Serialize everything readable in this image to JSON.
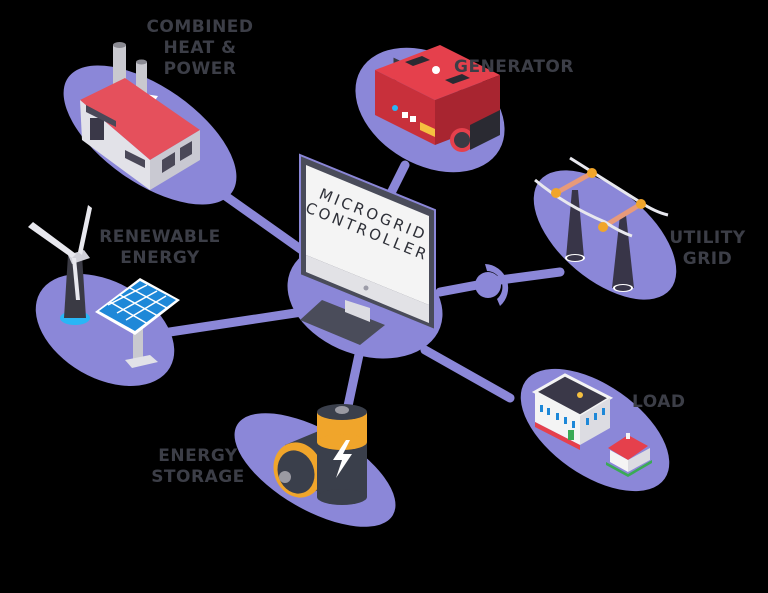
{
  "diagram": {
    "title": "Microgrid Controller",
    "colors": {
      "background": "#000000",
      "blob": "#8b87d8",
      "label_text": "#3c3e47",
      "monitor_frame": "#4a4c5a",
      "monitor_screen": "#f4f4f4",
      "factory_roof": "#e5505c",
      "generator_body": "#d63a45",
      "battery_gold": "#f0a52b",
      "battery_dark": "#3a3f4b",
      "solar_blue": "#1e88d8",
      "pylon_dark": "#383548",
      "crossarm": "#e89a7a"
    },
    "center": {
      "screen_line1": "MICROGRID",
      "screen_line2": "CONTROLLER"
    },
    "nodes": [
      {
        "id": "chp",
        "label_lines": [
          "COMBINED",
          "HEAT &",
          "POWER"
        ],
        "icon": "factory-icon"
      },
      {
        "id": "generator",
        "label_lines": [
          "GENERATOR"
        ],
        "icon": "generator-icon"
      },
      {
        "id": "renewable",
        "label_lines": [
          "RENEWABLE",
          "ENERGY"
        ],
        "icon": "wind-solar-icon"
      },
      {
        "id": "utility",
        "label_lines": [
          "UTILITY",
          "GRID"
        ],
        "icon": "power-pylon-icon"
      },
      {
        "id": "storage",
        "label_lines": [
          "ENERGY",
          "STORAGE"
        ],
        "icon": "battery-icon"
      },
      {
        "id": "load",
        "label_lines": [
          "LOAD"
        ],
        "icon": "buildings-icon"
      }
    ]
  }
}
